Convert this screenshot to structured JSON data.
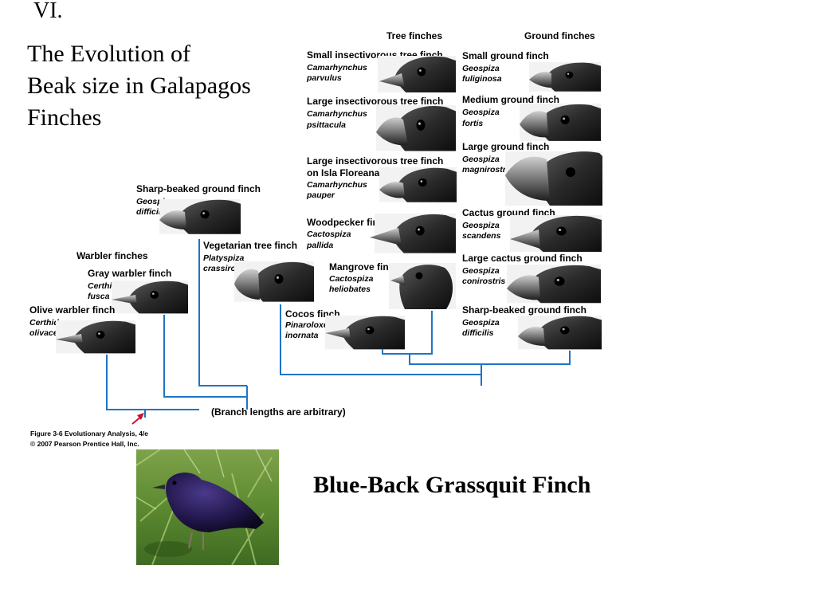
{
  "slide": {
    "section_number": "VI.",
    "title_lines": [
      "The Evolution of",
      "Beak size in Galapagos",
      "Finches"
    ],
    "photo_caption": "Blue-Back Grassquit Finch",
    "photo_icon": "finch-photo-icon"
  },
  "figure": {
    "headers": {
      "tree_finches": "Tree finches",
      "ground_finches": "Ground finches",
      "warbler_finches": "Warbler finches"
    },
    "species": {
      "small_insectivorous_tree_finch": {
        "common": "Small insectivorous tree finch",
        "sci": [
          "Camarhynchus",
          "parvulus"
        ]
      },
      "large_insectivorous_tree_finch": {
        "common": "Large insectivorous tree finch",
        "sci": [
          "Camarhynchus",
          "psittacula"
        ]
      },
      "large_insectivorous_tree_finch_floreana": {
        "common": [
          "Large insectivorous tree finch",
          "on Isla Floreana"
        ],
        "sci": [
          "Camarhynchus",
          "pauper"
        ]
      },
      "woodpecker_finch": {
        "common": "Woodpecker finch",
        "sci": [
          "Cactospiza",
          "pallida"
        ]
      },
      "mangrove_finch": {
        "common": "Mangrove finch",
        "sci": [
          "Cactospiza",
          "heliobates"
        ]
      },
      "cocos_finch": {
        "common": "Cocos finch",
        "sci": [
          "Pinaroloxes",
          "inornata"
        ]
      },
      "small_ground_finch": {
        "common": "Small ground finch",
        "sci": [
          "Geospiza",
          "fuliginosa"
        ]
      },
      "medium_ground_finch": {
        "common": "Medium ground finch",
        "sci": [
          "Geospiza",
          "fortis"
        ]
      },
      "large_ground_finch": {
        "common": "Large ground finch",
        "sci": [
          "Geospiza",
          "magnirostris"
        ]
      },
      "cactus_ground_finch": {
        "common": "Cactus ground finch",
        "sci": [
          "Geospiza",
          "scandens"
        ]
      },
      "large_cactus_ground_finch": {
        "common": "Large cactus ground finch",
        "sci": [
          "Geospiza",
          "conirostris"
        ]
      },
      "sharp_beaked_ground_finch_right": {
        "common": "Sharp-beaked ground finch",
        "sci": [
          "Geospiza",
          "difficilis"
        ]
      },
      "sharp_beaked_ground_finch_left": {
        "common": "Sharp-beaked ground finch",
        "sci": [
          "Geospiza",
          "difficilis"
        ]
      },
      "vegetarian_tree_finch": {
        "common": "Vegetarian tree finch",
        "sci": [
          "Platyspiza",
          "crassirostris"
        ]
      },
      "gray_warbler_finch": {
        "common": "Gray warbler finch",
        "sci": [
          "Certhidea",
          "fusca"
        ]
      },
      "olive_warbler_finch": {
        "common": "Olive warbler finch",
        "sci": [
          "Certhidea",
          "olivacea"
        ]
      }
    },
    "branch_note": "(Branch lengths are arbitrary)",
    "caption_lines": [
      "Figure 3-6 Evolutionary Analysis, 4/e",
      "© 2007 Pearson Prentice Hall, Inc."
    ],
    "colors": {
      "branch": "#1f74c4",
      "root_arrow": "#c8102e"
    }
  }
}
